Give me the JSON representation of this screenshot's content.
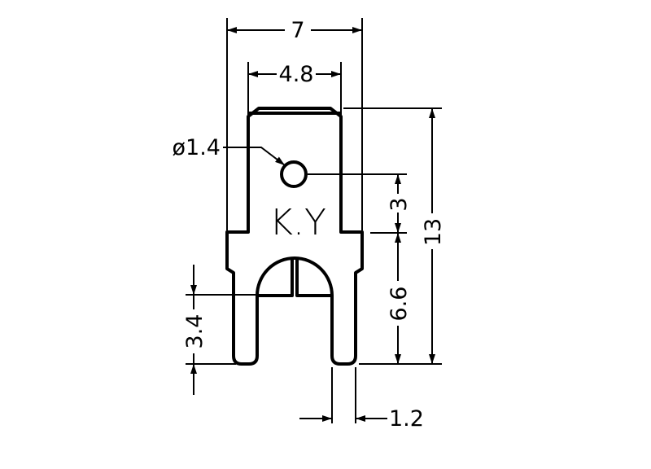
{
  "dimensions": {
    "overall_width": "7",
    "blade_width": "4.8",
    "hole_diameter": "ø1.4",
    "hole_offset": "3",
    "overall_height": "13",
    "leg_height": "6.6",
    "slot_depth": "3.4",
    "leg_width": "1.2"
  },
  "part_marking": "K.Y",
  "colors": {
    "line": "#000000",
    "background": "#ffffff"
  }
}
